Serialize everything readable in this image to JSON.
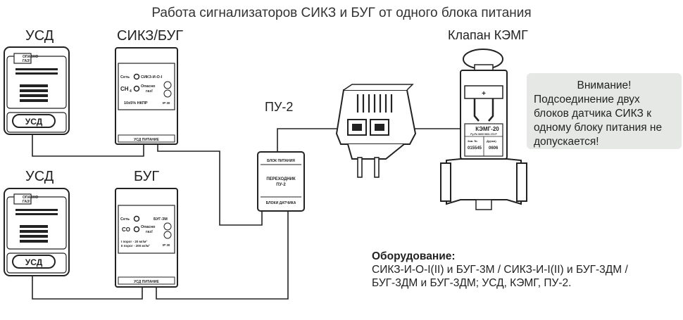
{
  "title": "Работа сигнализаторов СИКЗ и БУГ от одного блока питания",
  "labels": {
    "usd_top": "УСД",
    "usd_bottom": "УСД",
    "sikz_bug": "СИКЗ/БУГ",
    "bug": "БУГ",
    "pu2": "ПУ-2",
    "valve": "Клапан КЭМГ"
  },
  "devices": {
    "usd_badge_line1": "ОПАСНО",
    "usd_badge_line2": "ГАЗ!",
    "usd_name": "УСД",
    "sikz_set": "Сеть",
    "sikz_model": "СИКЗ-И-О-I",
    "sikz_ch4": "CH",
    "sikz_ch4_sub": "4",
    "sikz_danger_1": "Опасно",
    "sikz_danger_2": "газ!",
    "sikz_spec": "10±5% НКПР",
    "sikz_ip": "IP 30",
    "sikz_ports": "УСД  ПИТАНИЕ",
    "bug_set": "Сеть",
    "bug_model": "БУГ-3М",
    "bug_co": "CO",
    "bug_danger_1": "Опасно",
    "bug_danger_2": "газ!",
    "bug_spec_1": "I  порог - 20  мг/м³",
    "bug_spec_2": "II порог - 200 мг/м³",
    "bug_ip": "IP 30",
    "bug_ports": "УСД  ПИТАНИЕ",
    "adapter_top": "БЛОК ПИТАНИЯ",
    "adapter_mid_1": "ПЕРЕХОДНИК",
    "adapter_mid_2": "ПУ-2",
    "adapter_bottom": "БЛОКИ ДАТЧИКА",
    "valve_plus": "+",
    "valve_model": "КЭМГ-20",
    "valve_sub": "Ру-Рн 0600 0601 274 Р",
    "valve_serial_label": "Зав. №",
    "valve_serial": "015545",
    "valve_code_label": "Ду(мм)",
    "valve_code": "0606"
  },
  "notice": {
    "title": "Внимание!",
    "body": "Подсоединение двух блоков датчика СИКЗ к одному блоку питания не допускается!"
  },
  "equipment": {
    "heading": "Оборудование:",
    "line1": "СИКЗ-И-О-I(II) и БУГ-3М / СИКЗ-И-I(II) и БУГ-3ДМ /",
    "line2": "БУГ-3ДМ и БУГ-3ДМ; УСД, КЭМГ, ПУ-2."
  }
}
